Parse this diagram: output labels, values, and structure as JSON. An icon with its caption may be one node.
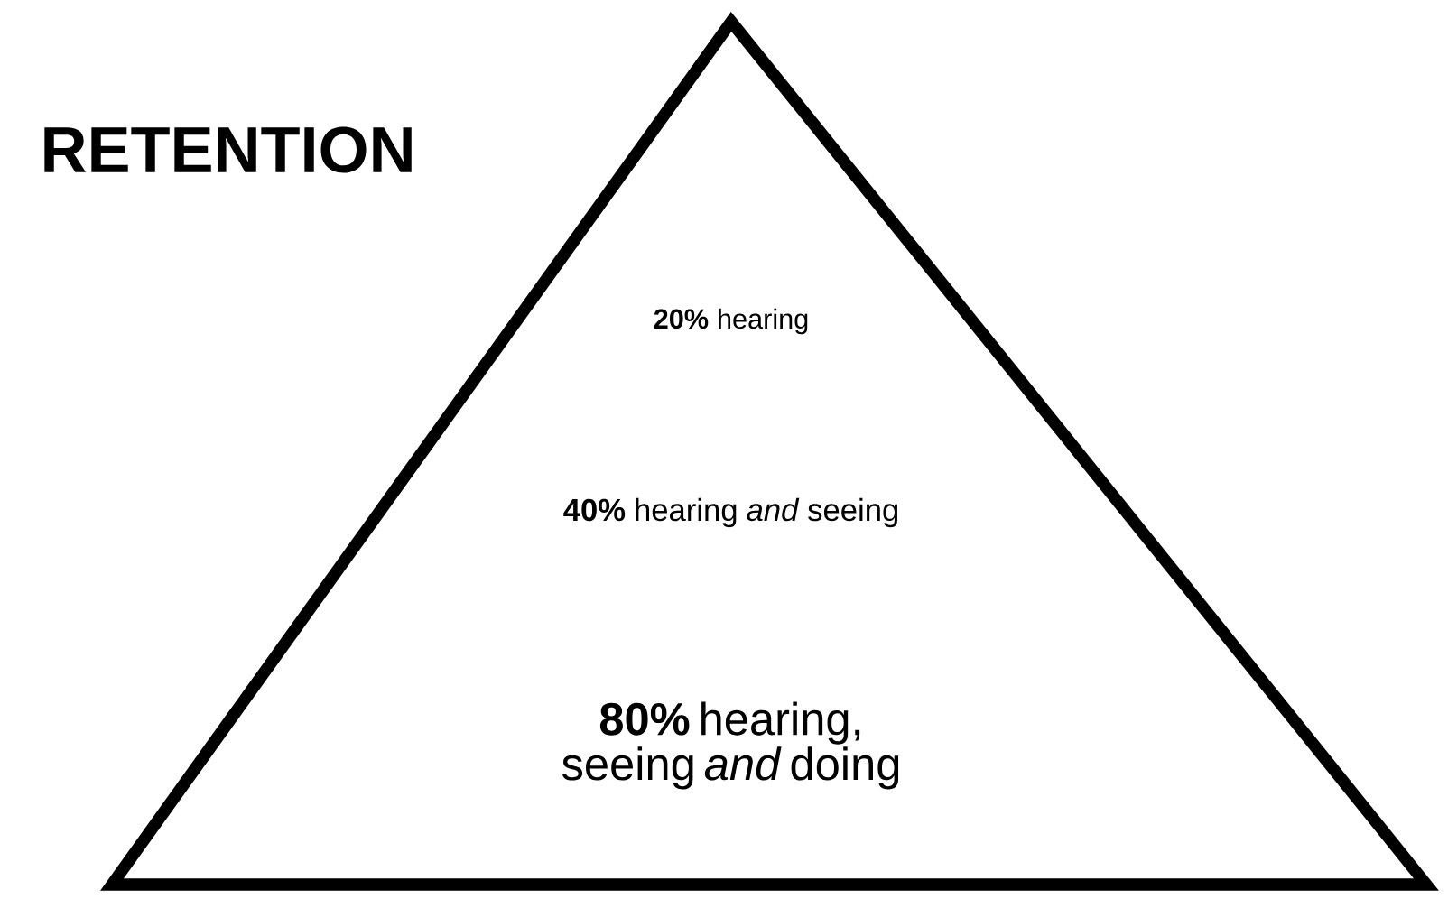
{
  "diagram": {
    "title": "RETENTION",
    "nodes": [
      {
        "text": [
          "**20%** hearing",
          "**40%** hearing *and* seeing",
          "**80%** hearing, seeing *and* doing"
        ]
      }
    ]
  }
}
